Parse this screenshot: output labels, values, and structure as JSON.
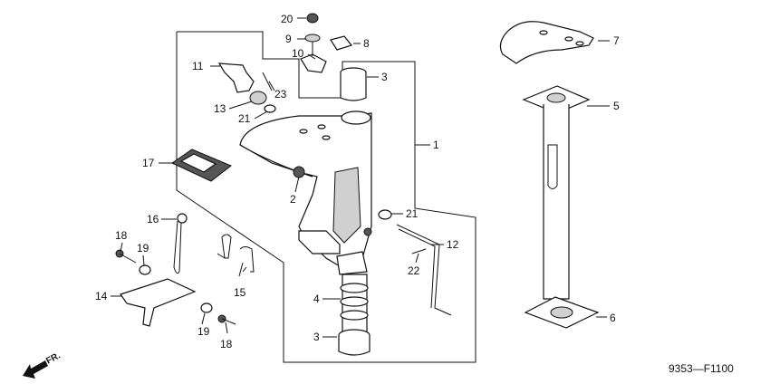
{
  "diagram": {
    "figure_code": "9353—F1100",
    "direction_label": "FR.",
    "callouts": {
      "c1": "1",
      "c2": "2",
      "c3a": "3",
      "c3b": "3",
      "c4": "4",
      "c5": "5",
      "c6": "6",
      "c7": "7",
      "c8": "8",
      "c9": "9",
      "c10": "10",
      "c11": "11",
      "c12": "12",
      "c13": "13",
      "c14": "14",
      "c15": "15",
      "c16": "16",
      "c17": "17",
      "c18a": "18",
      "c18b": "18",
      "c19a": "19",
      "c19b": "19",
      "c20": "20",
      "c21a": "21",
      "c21b": "21",
      "c22": "22",
      "c23": "23"
    }
  }
}
